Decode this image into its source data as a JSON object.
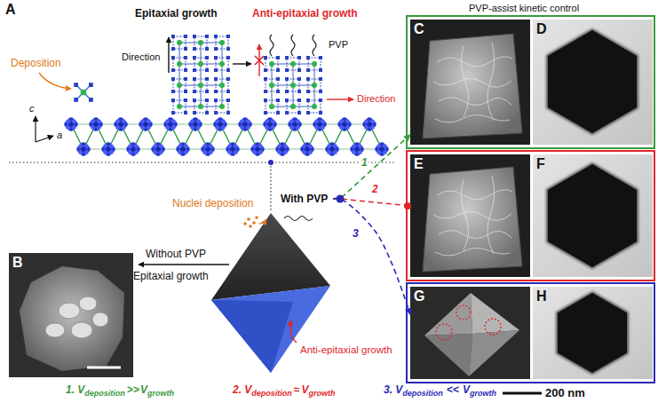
{
  "diagram": {
    "nodes": [
      {
        "text": [
          "With PVP"
        ]
      },
      {
        "text": [
          "B"
        ]
      },
      {
        "text": [
          "C"
        ]
      },
      {
        "text": [
          "D"
        ]
      },
      {
        "text": [
          "E"
        ]
      },
      {
        "text": [
          "F"
        ]
      },
      {
        "text": [
          "G"
        ]
      },
      {
        "text": [
          "H"
        ]
      }
    ],
    "edges": [
      {
        "from": 0,
        "to": 2,
        "label": "1",
        "arrow": "to"
      },
      {
        "from": 0,
        "to": 4,
        "label": "2",
        "arrow": "none"
      },
      {
        "from": 0,
        "to": 6,
        "label": "3",
        "arrow": "to"
      }
    ],
    "labels": [
      "A",
      "Deposition",
      "Epitaxial growth",
      "Direction",
      "Anti-epitaxial growth",
      "PVP",
      "Direction",
      "c",
      "a",
      "PVP-assist kinetic control",
      "Nuclei deposition",
      "Without PVP",
      "Epitaxial growth",
      "Anti-epitaxial growth",
      "1. V",
      "deposition",
      ">>",
      "V",
      "growth",
      "2. V",
      "deposition",
      "≈",
      "V",
      "growth",
      "3. V",
      "deposition",
      "<<",
      "V",
      "growth",
      "200 nm"
    ]
  }
}
